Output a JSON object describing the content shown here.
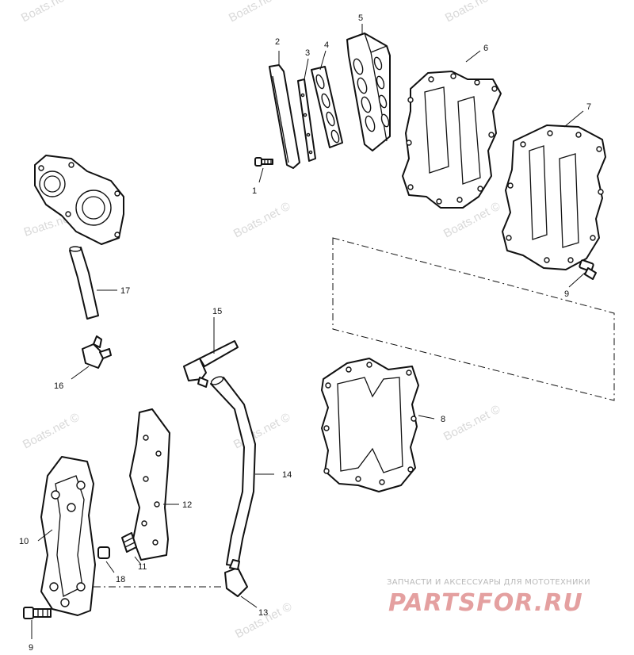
{
  "watermarks": [
    "Boats.net ©",
    "Boats.net ©",
    "Boats.net ©",
    "Boats.net ©",
    "Boats.net ©",
    "Boats.net ©",
    "Boats.net ©",
    "Boats.net ©",
    "Boats.net ©",
    "Boats.net ©"
  ],
  "callouts": {
    "p1": "1",
    "p2": "2",
    "p3": "3",
    "p4": "4",
    "p5": "5",
    "p6": "6",
    "p7": "7",
    "p8": "8",
    "p9a": "9",
    "p9b": "9",
    "p10": "10",
    "p11": "11",
    "p12": "12",
    "p13": "13",
    "p14": "14",
    "p15": "15",
    "p16": "16",
    "p17": "17",
    "p18": "18"
  },
  "brand": {
    "tagline": "ЗАПЧАСТИ И АКСЕССУАРЫ ДЛЯ МОТОТЕХНИКИ",
    "logo": "PARTSFOR.RU"
  },
  "colors": {
    "line": "#111111",
    "watermark": "#d9d9d9",
    "brand": "#e4a0a0"
  }
}
